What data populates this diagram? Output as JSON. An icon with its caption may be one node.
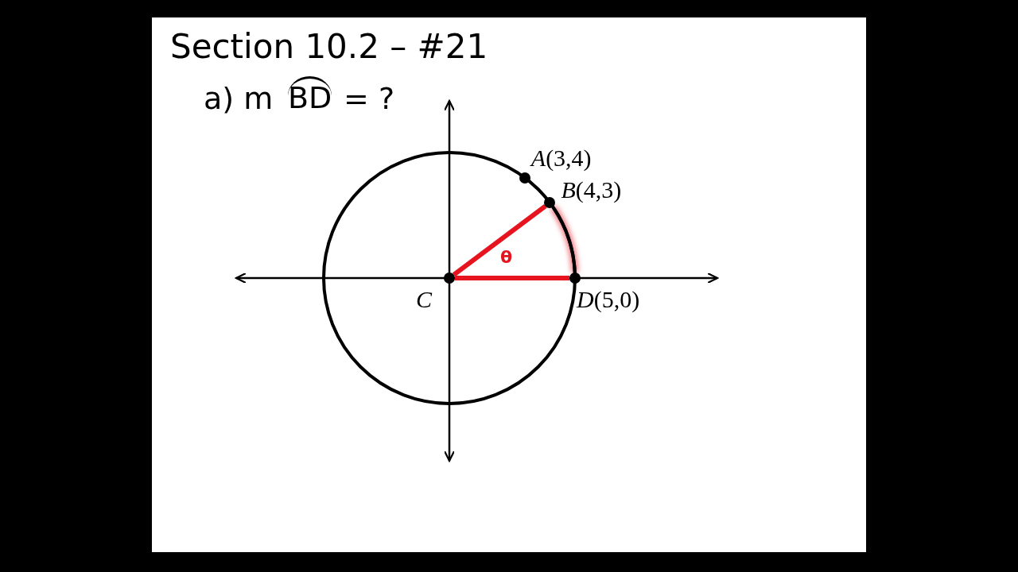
{
  "diagram": {
    "title": "Section 10.2 – #21",
    "nodes": [
      {
        "text": [],
        "shape": "circle",
        "beside": [
          "*A*(3,4)"
        ]
      },
      {
        "text": [],
        "shape": "circle",
        "beside": [
          "*B*(4,3)"
        ]
      },
      {
        "text": [],
        "shape": "circle",
        "beside": [
          "C"
        ]
      },
      {
        "text": [],
        "shape": "circle",
        "beside": [
          "*D*(5,0)"
        ]
      }
    ],
    "edges": [
      {
        "from": 2,
        "to": 1,
        "arrow": "none",
        "color": "#e5141e"
      },
      {
        "from": 2,
        "to": 3,
        "arrow": "none",
        "color": "#e5141e"
      },
      {
        "from": 1,
        "to": 3,
        "arrow": "none",
        "color": "#000000"
      }
    ],
    "labels": [
      "a) m",
      "BD",
      "= ?",
      "θ"
    ]
  }
}
